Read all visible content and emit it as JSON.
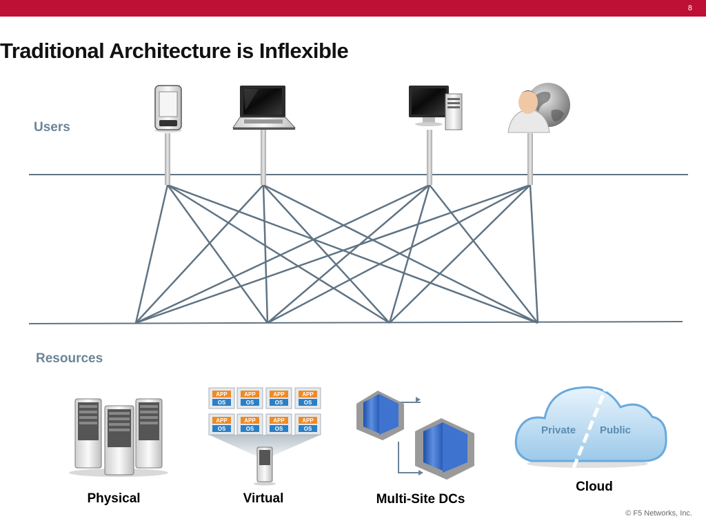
{
  "slide": {
    "page_number": "8",
    "title": "Traditional Architecture is Inflexible",
    "copyright": "© F5 Networks, Inc."
  },
  "sections": {
    "users_label": "Users",
    "resources_label": "Resources"
  },
  "users": [
    {
      "name": "smartphone",
      "icon": "smartphone-icon"
    },
    {
      "name": "laptop",
      "icon": "laptop-icon"
    },
    {
      "name": "desktop",
      "icon": "desktop-computer-icon"
    },
    {
      "name": "remote-user",
      "icon": "user-globe-icon"
    }
  ],
  "resources": {
    "physical": "Physical",
    "virtual": "Virtual",
    "multisite": "Multi-Site DCs",
    "cloud": "Cloud",
    "cloud_private": "Private",
    "cloud_public": "Public",
    "vm_app": "APP",
    "vm_os": "OS"
  },
  "colors": {
    "brand_red": "#be0f34",
    "network_line": "#5f7383",
    "section_label": "#6b8598"
  }
}
